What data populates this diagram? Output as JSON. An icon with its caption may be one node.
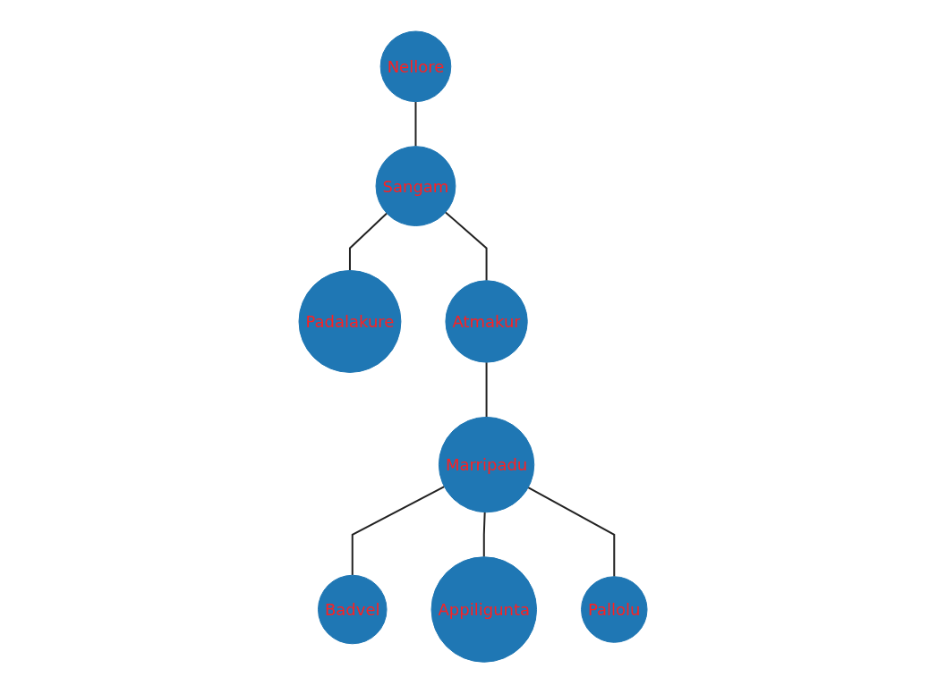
{
  "diagram": {
    "nodes": [
      {
        "text": [
          "Padalakure"
        ]
      },
      {
        "text": [
          "Nellore"
        ]
      },
      {
        "text": [
          "Sangam"
        ]
      },
      {
        "text": [
          "Atmakur"
        ]
      },
      {
        "text": [
          "Marripadu"
        ]
      },
      {
        "text": [
          "Badvel"
        ]
      },
      {
        "text": [
          "Appiligunta"
        ]
      },
      {
        "text": [
          "Pallolu"
        ]
      }
    ],
    "edges": [
      {
        "from": 1,
        "to": 2,
        "arrow": "none"
      },
      {
        "from": 2,
        "to": 0,
        "arrow": "none"
      },
      {
        "from": 2,
        "to": 3,
        "arrow": "none"
      },
      {
        "from": 3,
        "to": 4,
        "arrow": "none"
      },
      {
        "from": 4,
        "to": 5,
        "arrow": "none"
      },
      {
        "from": 4,
        "to": 6,
        "arrow": "none"
      },
      {
        "from": 4,
        "to": 7,
        "arrow": "none"
      }
    ]
  }
}
